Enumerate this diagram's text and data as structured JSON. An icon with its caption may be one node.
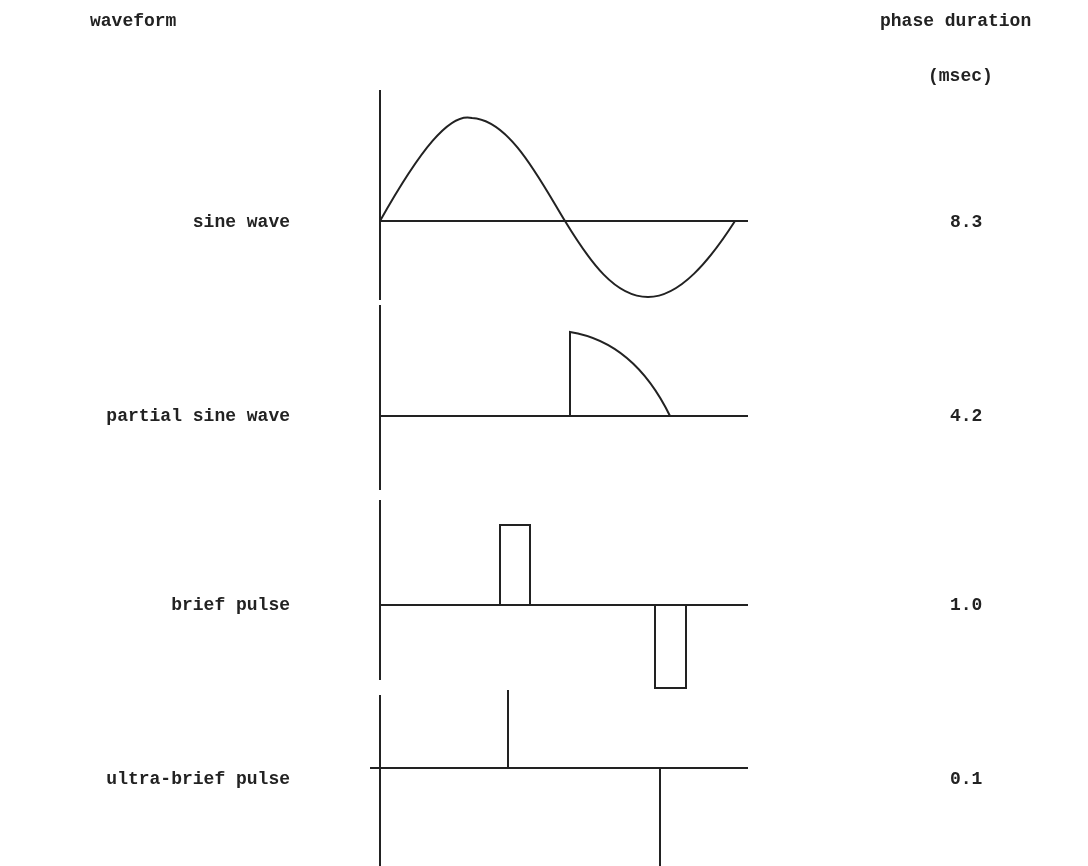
{
  "diagram": {
    "labels": [
      "waveform",
      "phase duration",
      "(msec)",
      "sine wave",
      "8.3",
      "partial sine wave",
      "4.2",
      "brief pulse",
      "1.0",
      "ultra-brief pulse",
      "0.1"
    ]
  }
}
